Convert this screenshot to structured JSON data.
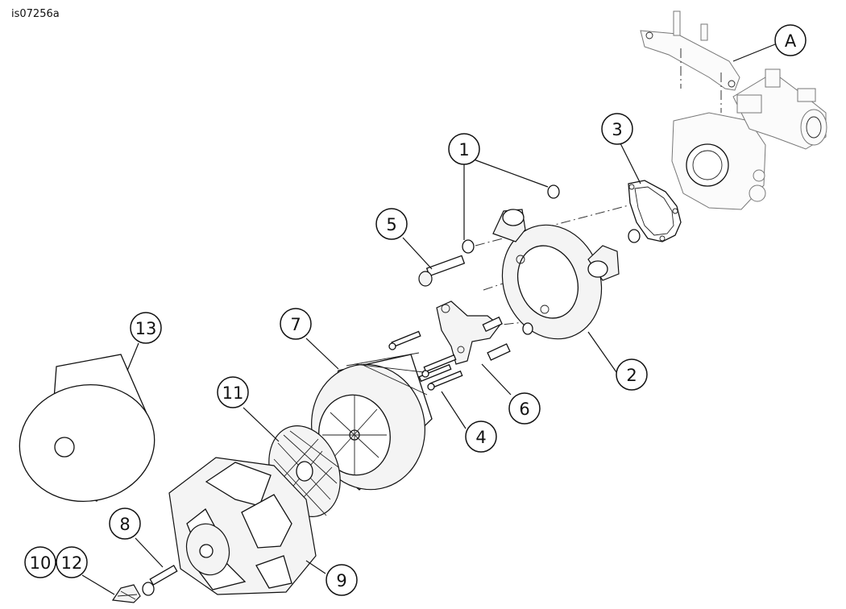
{
  "figure_id": "is07256a",
  "callouts": [
    {
      "id": "A",
      "label": "A"
    },
    {
      "id": "1",
      "label": "1"
    },
    {
      "id": "2",
      "label": "2"
    },
    {
      "id": "3",
      "label": "3"
    },
    {
      "id": "4",
      "label": "4"
    },
    {
      "id": "5",
      "label": "5"
    },
    {
      "id": "6",
      "label": "6"
    },
    {
      "id": "7",
      "label": "7"
    },
    {
      "id": "8",
      "label": "8"
    },
    {
      "id": "9",
      "label": "9"
    },
    {
      "id": "10",
      "label": "10"
    },
    {
      "id": "11",
      "label": "11"
    },
    {
      "id": "12",
      "label": "12"
    },
    {
      "id": "13",
      "label": "13"
    }
  ]
}
